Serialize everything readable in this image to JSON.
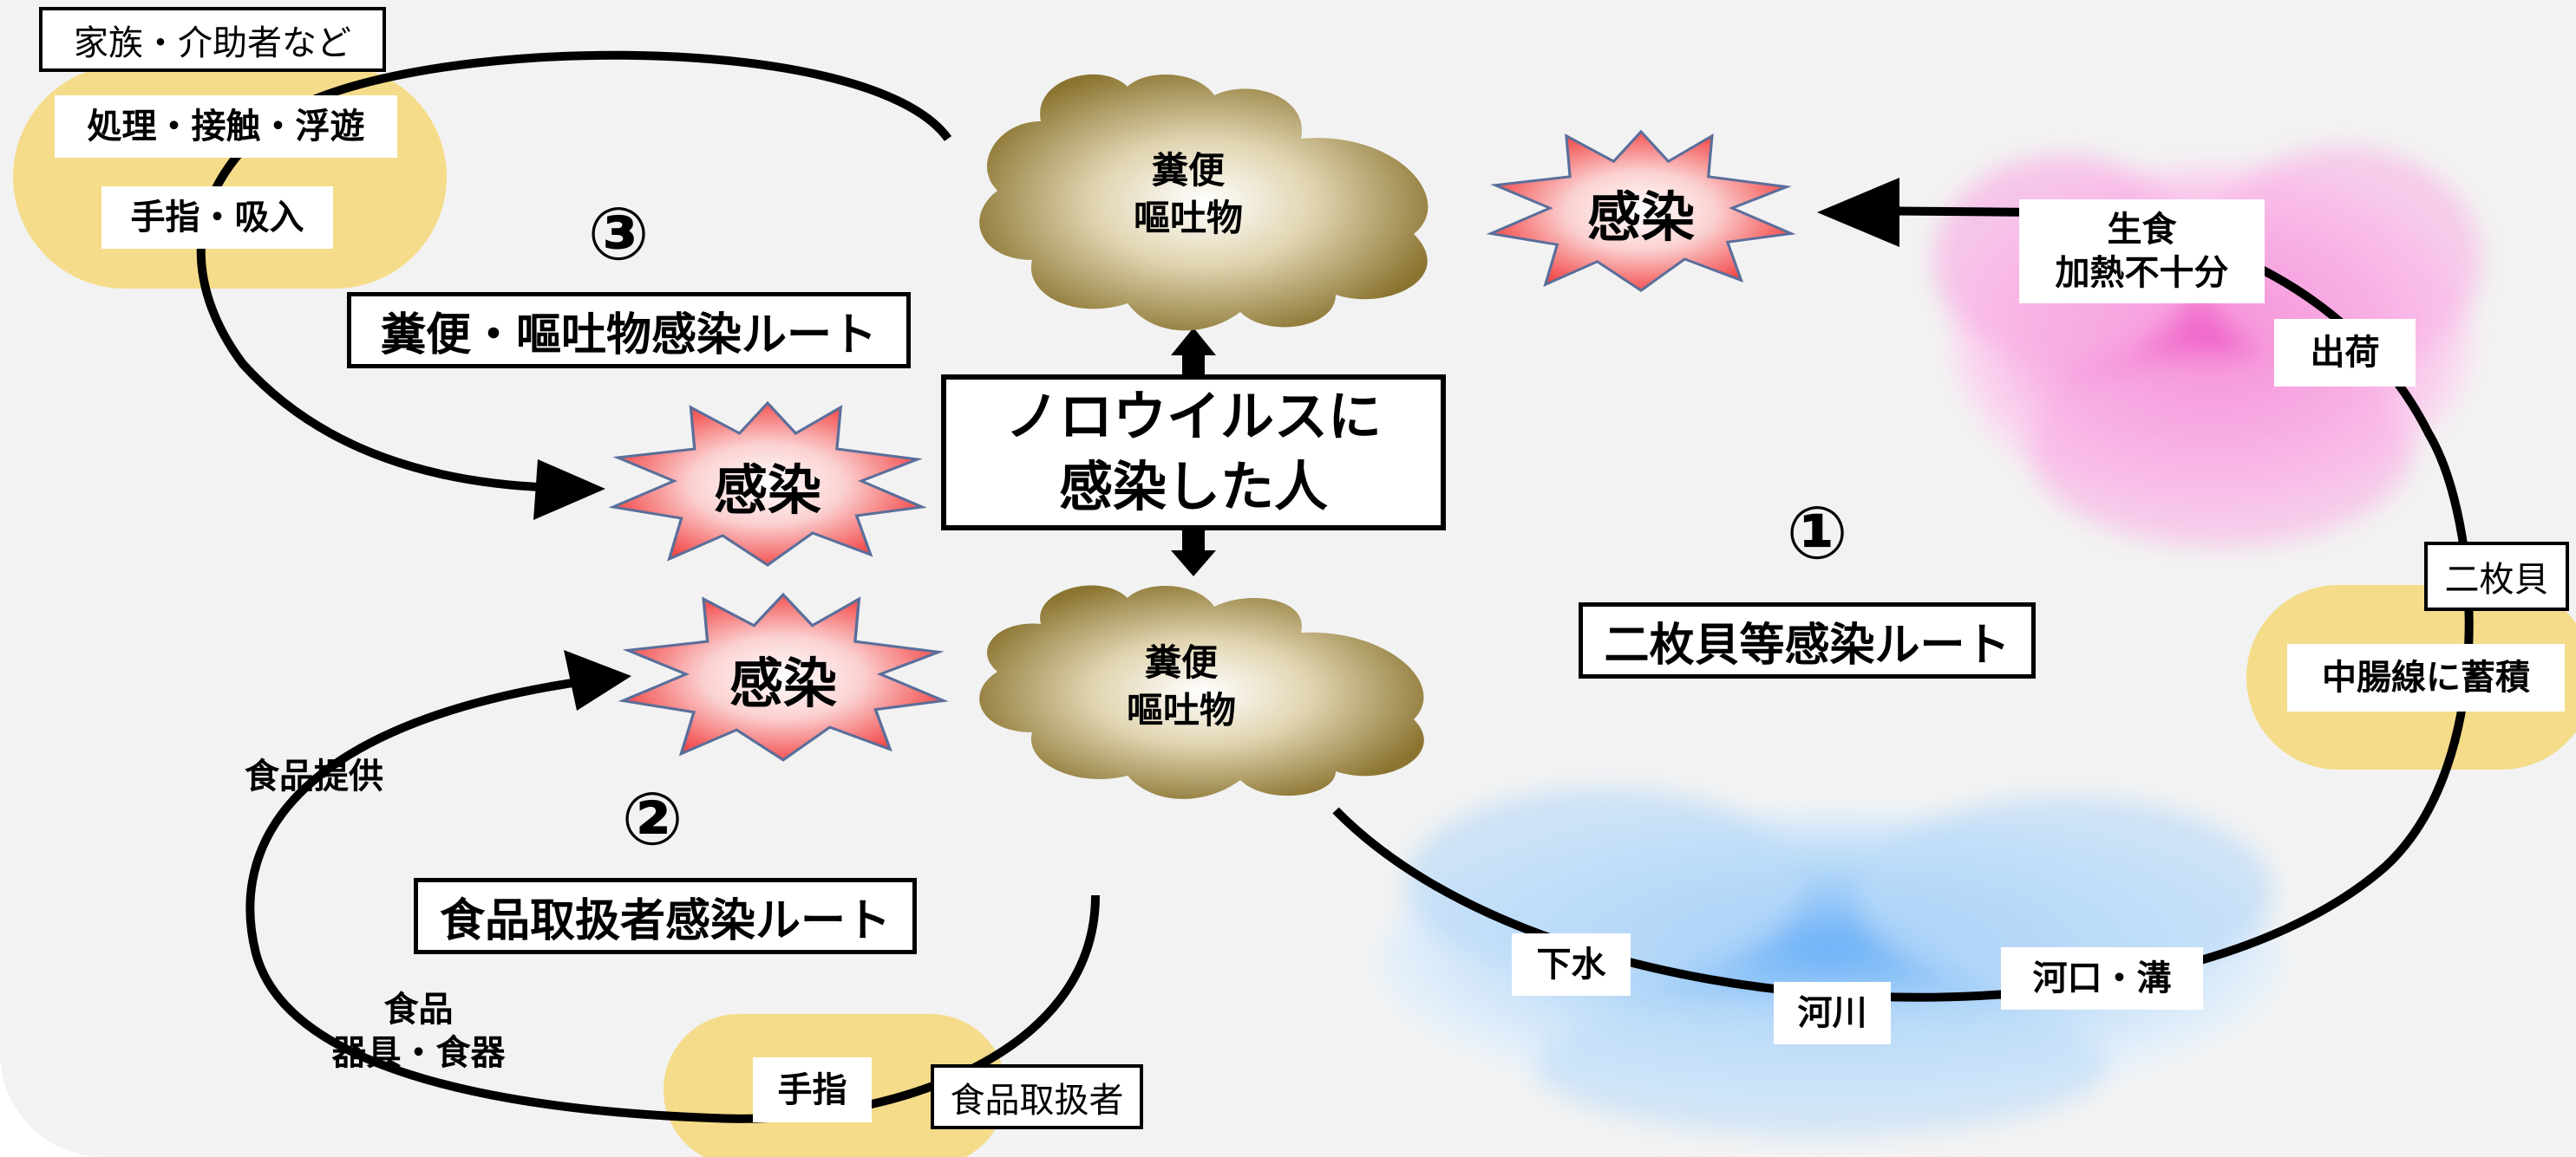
{
  "center_box": "ノロウイルスに\n感染した人",
  "excrement_top": "糞便\n嘔吐物",
  "excrement_bottom": "糞便\n嘔吐物",
  "infection_label": "感染",
  "route1": {
    "number": "①",
    "title": "二枚貝等感染ルート",
    "steps": {
      "eat": "生食\n加熱不十分",
      "ship": "出荷",
      "accumulate": "中腸線に蓄積",
      "sewage": "下水",
      "river": "河川",
      "estuary": "河口・溝"
    },
    "role": "二枚貝"
  },
  "route2": {
    "number": "②",
    "title": "食品取扱者感染ルート",
    "steps": {
      "hands": "手指",
      "food": "食品\n器具・食器",
      "serve": "食品提供"
    },
    "role": "食品取扱者"
  },
  "route3": {
    "number": "③",
    "title": "糞便・嘔吐物感染ルート",
    "steps": {
      "handling": "処理・接触・浮遊",
      "inhale": "手指・吸入"
    },
    "role": "家族・介助者など"
  },
  "colors": {
    "yellow": "#f5dc8a",
    "pink": "#f060c8",
    "blue": "#6ab0f8",
    "cloud_brown": "#8a7430",
    "star_red": "#f23c3c"
  }
}
